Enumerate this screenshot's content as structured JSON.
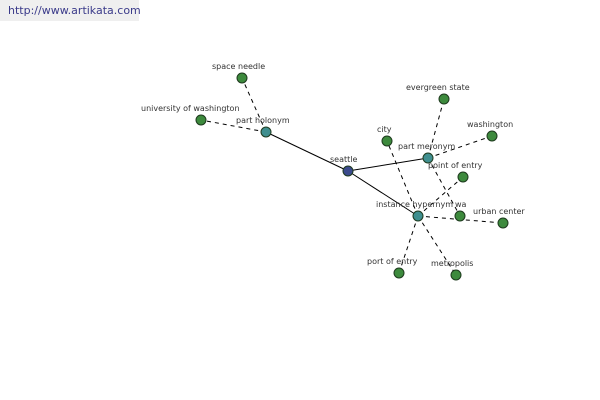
{
  "url": "http://www.artikata.com",
  "colors": {
    "root": "#3b4a8c",
    "relation": "#3f8f8f",
    "leaf": "#3d8a3d"
  },
  "nodes": [
    {
      "id": "seattle",
      "label": "seattle",
      "kind": "root"
    },
    {
      "id": "part_holonym",
      "label": "part holonym",
      "kind": "relation"
    },
    {
      "id": "part_meronym",
      "label": "part meronym",
      "kind": "relation"
    },
    {
      "id": "instance_hypernym",
      "label": "instance hypernym",
      "kind": "relation"
    },
    {
      "id": "space_needle",
      "label": "space needle",
      "kind": "leaf"
    },
    {
      "id": "university_of_washington",
      "label": "university of washington",
      "kind": "leaf"
    },
    {
      "id": "evergreen_state",
      "label": "evergreen state",
      "kind": "leaf"
    },
    {
      "id": "washington",
      "label": "washington",
      "kind": "leaf"
    },
    {
      "id": "wa",
      "label": "wa",
      "kind": "leaf"
    },
    {
      "id": "city",
      "label": "city",
      "kind": "leaf"
    },
    {
      "id": "point_of_entry",
      "label": "point of entry",
      "kind": "leaf"
    },
    {
      "id": "urban_center",
      "label": "urban center",
      "kind": "leaf"
    },
    {
      "id": "port_of_entry",
      "label": "port of entry",
      "kind": "leaf"
    },
    {
      "id": "metropolis",
      "label": "metropolis",
      "kind": "leaf"
    }
  ],
  "edges": [
    {
      "from": "seattle",
      "to": "part_holonym",
      "style": "solid"
    },
    {
      "from": "seattle",
      "to": "part_meronym",
      "style": "solid"
    },
    {
      "from": "seattle",
      "to": "instance_hypernym",
      "style": "solid"
    },
    {
      "from": "part_holonym",
      "to": "space_needle",
      "style": "dashed"
    },
    {
      "from": "part_holonym",
      "to": "university_of_washington",
      "style": "dashed"
    },
    {
      "from": "part_meronym",
      "to": "evergreen_state",
      "style": "dashed"
    },
    {
      "from": "part_meronym",
      "to": "washington",
      "style": "dashed"
    },
    {
      "from": "part_meronym",
      "to": "wa",
      "style": "dashed"
    },
    {
      "from": "instance_hypernym",
      "to": "city",
      "style": "dashed"
    },
    {
      "from": "instance_hypernym",
      "to": "point_of_entry",
      "style": "dashed"
    },
    {
      "from": "instance_hypernym",
      "to": "urban_center",
      "style": "dashed"
    },
    {
      "from": "instance_hypernym",
      "to": "port_of_entry",
      "style": "dashed"
    },
    {
      "from": "instance_hypernym",
      "to": "metropolis",
      "style": "dashed"
    }
  ]
}
